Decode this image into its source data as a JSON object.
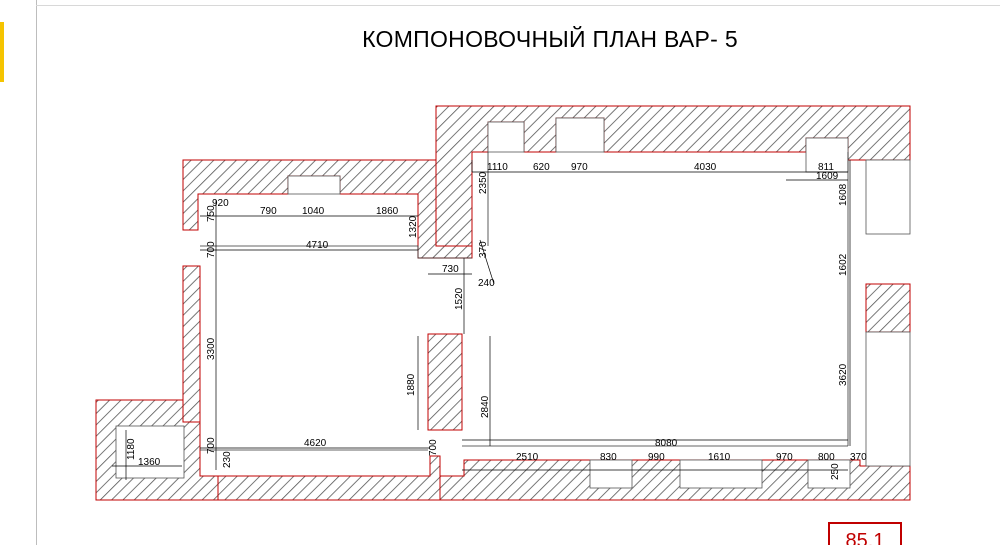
{
  "title": "КОМПОНОВОЧНЫЙ ПЛАН ВАР- 5",
  "area_label": "85,1",
  "colors": {
    "wall_outline": "#c00000",
    "hatch": "#555555",
    "area_box": "#c00000",
    "side_tab": "#f5c400"
  },
  "dimensions": {
    "top_right_1110": "1110",
    "top_right_620": "620",
    "top_right_970": "970",
    "top_right_4030": "4030",
    "top_right_811": "811",
    "top_right_1609": "1609",
    "right_1608": "1608",
    "right_1602": "1602",
    "right_3620": "3620",
    "mid_2350": "2350",
    "mid_370": "370",
    "mid_240": "240",
    "mid_730": "730",
    "mid_1520": "1520",
    "mid_2840": "2840",
    "mid_1880": "1880",
    "mid_700": "700",
    "left_920": "920",
    "left_750": "750",
    "left_790": "790",
    "left_1040": "1040",
    "left_1860": "1860",
    "left_1320": "1320",
    "left_700_top": "700",
    "left_4710": "4710",
    "left_3300": "3300",
    "left_700_bottom": "700",
    "left_230": "230",
    "left_4620": "4620",
    "left_1180": "1180",
    "left_1360": "1360",
    "bottom_8080": "8080",
    "bottom_2510": "2510",
    "bottom_830": "830",
    "bottom_990": "990",
    "bottom_1610": "1610",
    "bottom_970": "970",
    "bottom_800": "800",
    "bottom_370": "370",
    "bottom_250": "250"
  }
}
